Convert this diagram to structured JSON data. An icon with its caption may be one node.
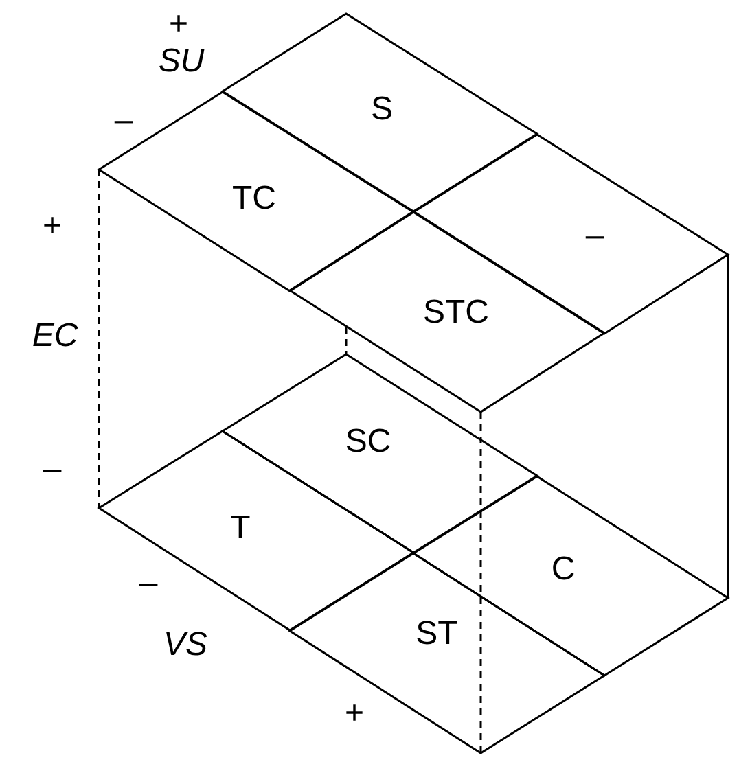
{
  "diagram": {
    "nodes": [
      {
        "text": [
          "S"
        ]
      },
      {
        "text": [
          "TC"
        ]
      },
      {
        "text": [
          "–"
        ]
      },
      {
        "text": [
          "STC"
        ]
      },
      {
        "text": [
          "SC"
        ]
      },
      {
        "text": [
          "T"
        ]
      },
      {
        "text": [
          "C"
        ]
      },
      {
        "text": [
          "ST"
        ]
      }
    ],
    "labels": [
      "+",
      "SU",
      "–",
      "+",
      "EC",
      "–",
      "–",
      "VS",
      "+"
    ]
  }
}
